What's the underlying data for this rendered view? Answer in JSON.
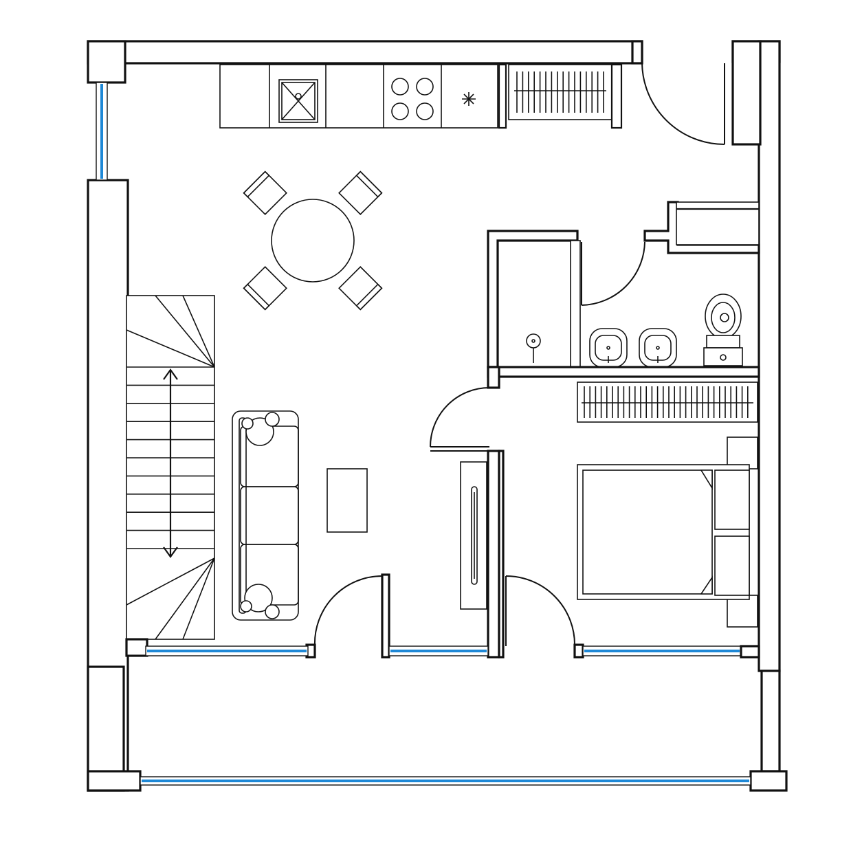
{
  "plan": {
    "colors": {
      "wall_line": "#111111",
      "background": "#ffffff",
      "glazing": "#1e88d6"
    },
    "rooms": [
      "kitchen",
      "dining-area",
      "living-area",
      "staircase",
      "bathroom",
      "utility-closet",
      "bedroom",
      "wardrobe-hall",
      "balcony"
    ],
    "icons": {
      "stair_direction": "double-arrow-vertical",
      "fridge_vent": "asterisk"
    }
  }
}
